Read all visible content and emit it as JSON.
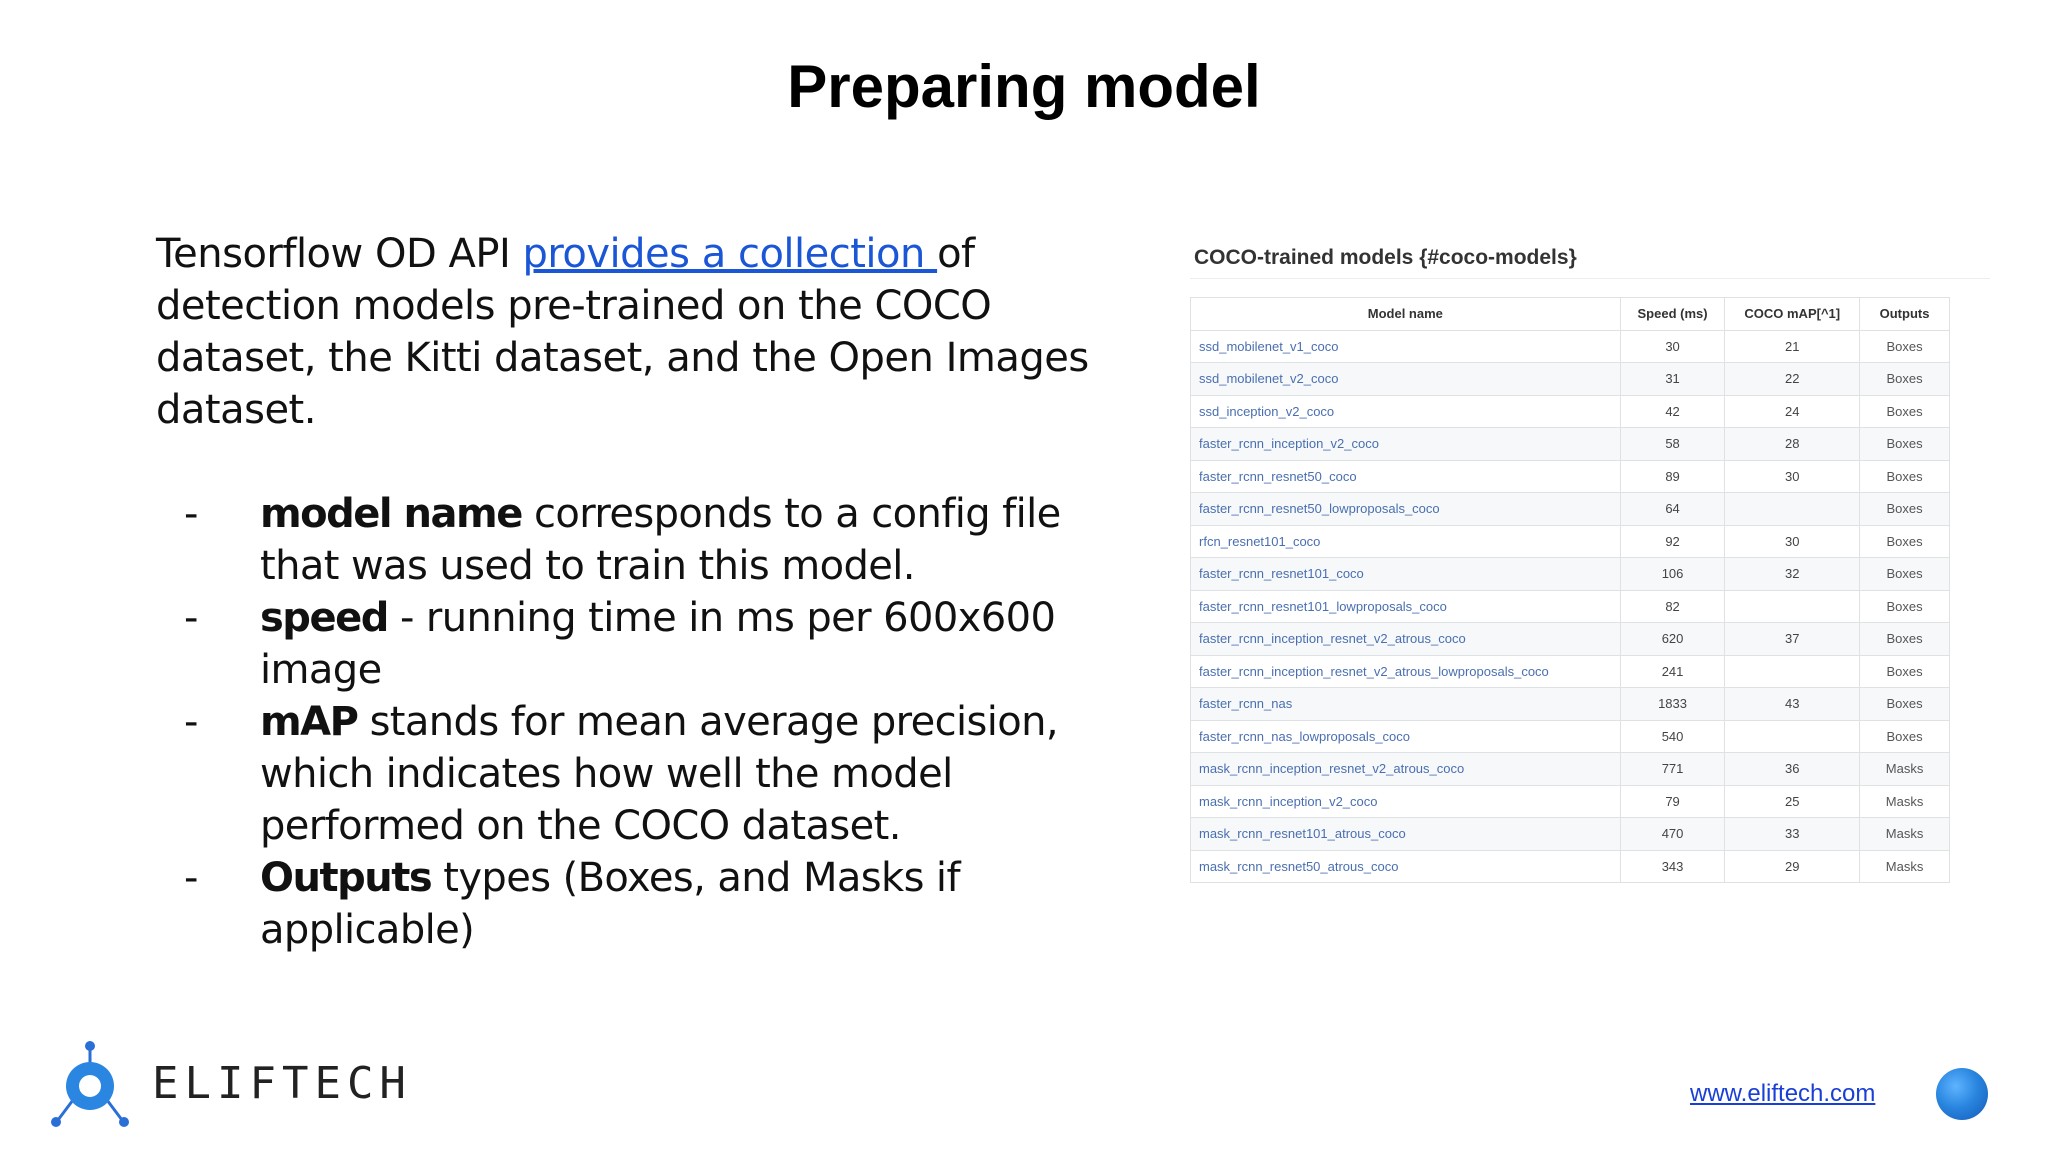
{
  "slide": {
    "title": "Preparing model"
  },
  "intro": {
    "prefix": "Tensorflow OD API ",
    "link_text": "provides a collection ",
    "suffix": "of detection models pre-trained on the COCO dataset, the Kitti dataset, and the Open Images dataset."
  },
  "bullets": [
    {
      "dash": "-",
      "term": "model name",
      "text": " corresponds to a config file that was used to train this model."
    },
    {
      "dash": "-",
      "term": "speed",
      "text": " - running time in ms per 600x600 image"
    },
    {
      "dash": "-",
      "term": "mAP",
      "text": " stands for mean average precision, which indicates how well the model performed on the COCO dataset."
    },
    {
      "dash": "-",
      "term": "Outputs",
      "text": " types (Boxes, and Masks if applicable)"
    }
  ],
  "table": {
    "heading": "COCO-trained models {#coco-models}",
    "columns": [
      "Model name",
      "Speed (ms)",
      "COCO mAP[^1]",
      "Outputs"
    ],
    "rows": [
      [
        "ssd_mobilenet_v1_coco",
        "30",
        "21",
        "Boxes"
      ],
      [
        "ssd_mobilenet_v2_coco",
        "31",
        "22",
        "Boxes"
      ],
      [
        "ssd_inception_v2_coco",
        "42",
        "24",
        "Boxes"
      ],
      [
        "faster_rcnn_inception_v2_coco",
        "58",
        "28",
        "Boxes"
      ],
      [
        "faster_rcnn_resnet50_coco",
        "89",
        "30",
        "Boxes"
      ],
      [
        "faster_rcnn_resnet50_lowproposals_coco",
        "64",
        "",
        "Boxes"
      ],
      [
        "rfcn_resnet101_coco",
        "92",
        "30",
        "Boxes"
      ],
      [
        "faster_rcnn_resnet101_coco",
        "106",
        "32",
        "Boxes"
      ],
      [
        "faster_rcnn_resnet101_lowproposals_coco",
        "82",
        "",
        "Boxes"
      ],
      [
        "faster_rcnn_inception_resnet_v2_atrous_coco",
        "620",
        "37",
        "Boxes"
      ],
      [
        "faster_rcnn_inception_resnet_v2_atrous_lowproposals_coco",
        "241",
        "",
        "Boxes"
      ],
      [
        "faster_rcnn_nas",
        "1833",
        "43",
        "Boxes"
      ],
      [
        "faster_rcnn_nas_lowproposals_coco",
        "540",
        "",
        "Boxes"
      ],
      [
        "mask_rcnn_inception_resnet_v2_atrous_coco",
        "771",
        "36",
        "Masks"
      ],
      [
        "mask_rcnn_inception_v2_coco",
        "79",
        "25",
        "Masks"
      ],
      [
        "mask_rcnn_resnet101_atrous_coco",
        "470",
        "33",
        "Masks"
      ],
      [
        "mask_rcnn_resnet50_atrous_coco",
        "343",
        "29",
        "Masks"
      ]
    ]
  },
  "logo": {
    "wordmark": "ELIFTECH",
    "icon": "eliftech-logo-icon"
  },
  "footer": {
    "link": "www.eliftech.com",
    "dot_icon": "blue-sphere-icon"
  },
  "colors": {
    "link": "#1a56d6",
    "table_link": "#4a6fb0",
    "brand": "#2a86e0"
  }
}
